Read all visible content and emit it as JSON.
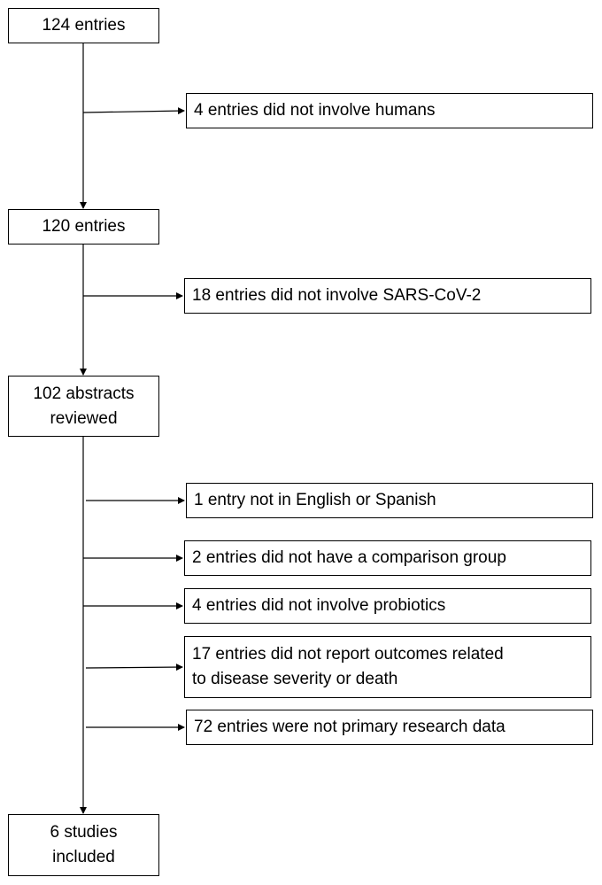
{
  "flow": {
    "main_steps": [
      "124 entries",
      "120 entries",
      "102 abstracts\nreviewed",
      "6 studies\nincluded"
    ],
    "exclusions": [
      "4 entries did not involve humans",
      "18 entries did not involve SARS-CoV-2",
      "1 entry not in English or Spanish",
      "2 entries did not have a comparison group",
      "4 entries did not involve probiotics",
      "17 entries did not report outcomes related\nto disease severity  or death",
      "72 entries were not primary research data"
    ]
  }
}
